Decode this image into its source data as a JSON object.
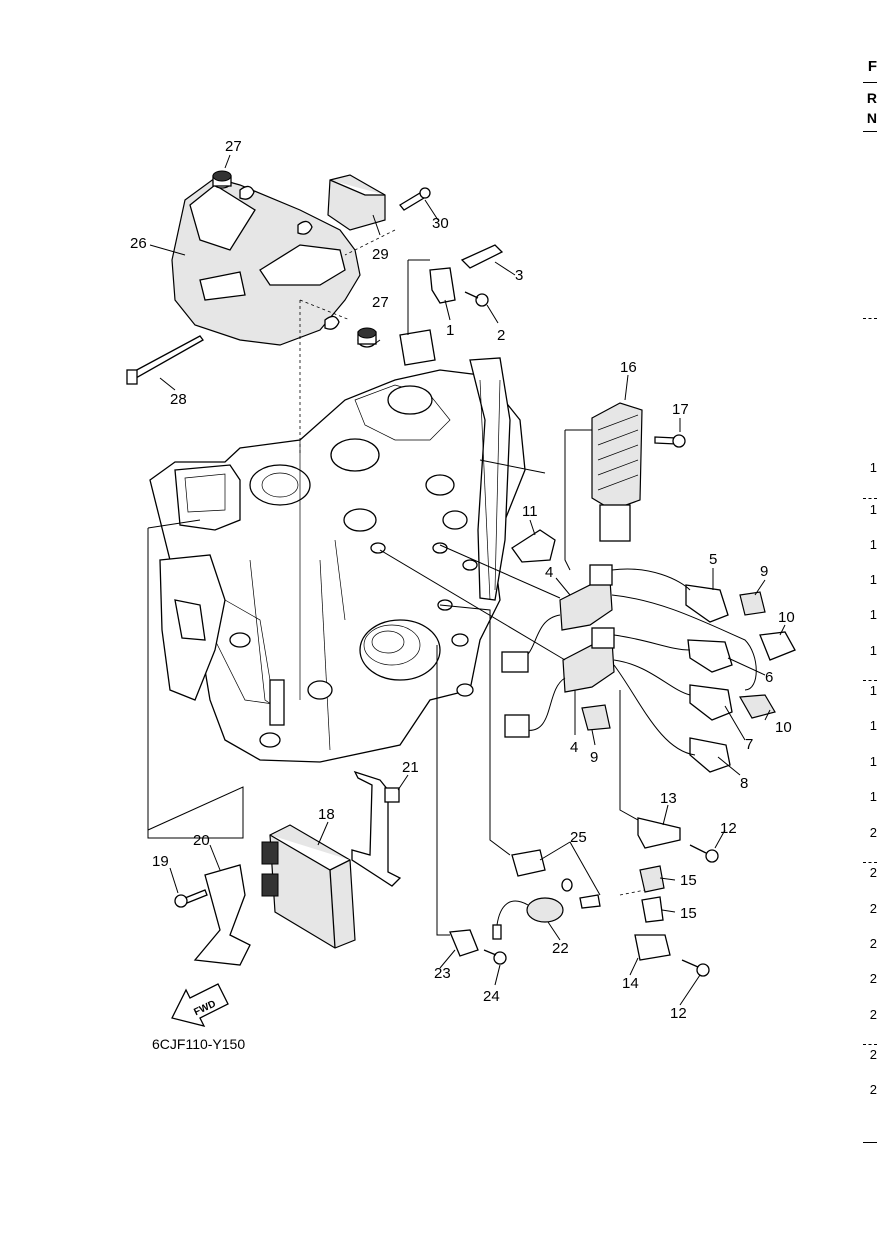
{
  "diagram_code": "6CJF110-Y150",
  "fwd_label": "FWD",
  "callouts": [
    "1",
    "2",
    "3",
    "4",
    "4",
    "5",
    "6",
    "7",
    "8",
    "9",
    "9",
    "10",
    "10",
    "11",
    "12",
    "12",
    "13",
    "14",
    "15",
    "15",
    "16",
    "17",
    "18",
    "19",
    "20",
    "21",
    "22",
    "23",
    "24",
    "25",
    "26",
    "27",
    "27",
    "28",
    "29",
    "30"
  ],
  "right_edge": {
    "header": [
      "F",
      "R",
      "N"
    ],
    "numbers": [
      "1",
      "1",
      "1",
      "1",
      "1",
      "1",
      "1",
      "1",
      "1",
      "1",
      "2",
      "2",
      "2",
      "2",
      "2",
      "2",
      "2",
      "2"
    ]
  }
}
